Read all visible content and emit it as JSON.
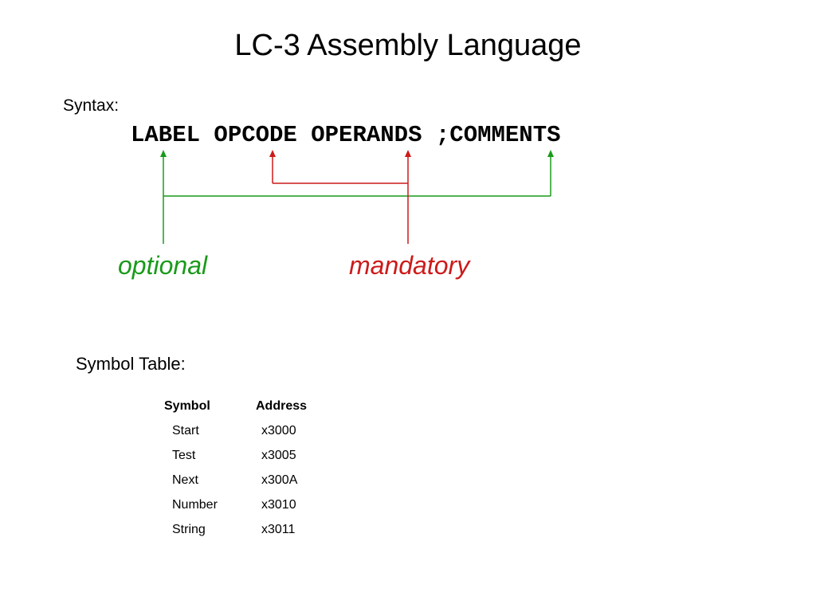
{
  "title": "LC-3 Assembly Language",
  "syntax": {
    "label": "Syntax:",
    "fields": {
      "label": "LABEL",
      "opcode": "OPCODE",
      "operands": "OPERANDS",
      "comments": ";COMMENTS"
    }
  },
  "annotations": {
    "optional": "optional",
    "mandatory": "mandatory"
  },
  "colors": {
    "optional": "#1a9a1a",
    "mandatory": "#cc1a1a"
  },
  "symbol_table": {
    "label": "Symbol Table:",
    "headers": {
      "symbol": "Symbol",
      "address": "Address"
    },
    "rows": [
      {
        "symbol": "Start",
        "address": "x3000"
      },
      {
        "symbol": "Test",
        "address": "x3005"
      },
      {
        "symbol": "Next",
        "address": "x300A"
      },
      {
        "symbol": "Number",
        "address": "x3010"
      },
      {
        "symbol": "String",
        "address": "x3011"
      }
    ]
  }
}
